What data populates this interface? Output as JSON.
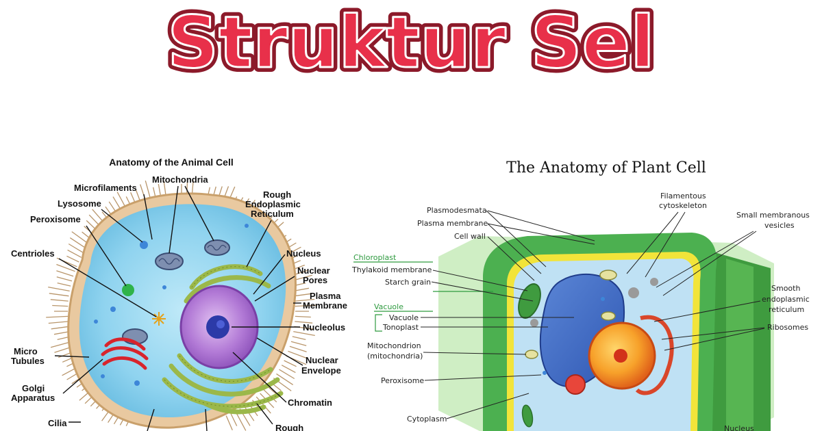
{
  "banner": {
    "title": "Struktur Sel"
  },
  "animal_cell": {
    "title": "Anatomy of the Animal Cell",
    "labels": {
      "microfilaments": "Microfilaments",
      "mitochondria": "Mitochondria",
      "lysosome": "Lysosome",
      "peroxisome": "Peroxisome",
      "centrioles": "Centrioles",
      "micro": "Micro",
      "tubules": "Tubules",
      "golgi": "Golgi",
      "apparatus": "Apparatus",
      "cilia": "Cilia",
      "rough": "Rough",
      "endoplasmic": "Endoplasmic",
      "reticulum": "Reticulum",
      "nucleus": "Nucleus",
      "nuclear": "Nuclear",
      "pores": "Pores",
      "plasma": "Plasma",
      "membrane": "Membrane",
      "nucleolus": "Nucleolus",
      "nuclear2": "Nuclear",
      "envelope": "Envelope",
      "chromatin": "Chromatin",
      "rough_bottom": "Rough"
    }
  },
  "plant_cell": {
    "title": "The Anatomy of Plant Cell",
    "labels": {
      "plasmodesmata": "Plasmodesmata",
      "plasma_membrane": "Plasma membrane",
      "cell_wall": "Cell wall",
      "chloroplast": "Chloroplast",
      "thylakoid": "Thylakoid membrane",
      "starch": "Starch grain",
      "vacuole_header": "Vacuole",
      "vacuole": "Vacuole",
      "tonoplast": "Tonoplast",
      "mitochondrion": "Mitochondrion",
      "mitochondria": "(mitochondria)",
      "peroxisome": "Peroxisome",
      "cytoplasm": "Cytoplasm",
      "filamentous": "Filamentous",
      "cytoskeleton": "cytoskeleton",
      "small_membranous": "Small membranous",
      "vesicles": "vesicles",
      "smooth": "Smooth",
      "endoplasmic": "endoplasmic",
      "reticulum": "reticulum",
      "ribosomes": "Ribosomes",
      "nucleus": "Nucleus"
    }
  },
  "colors": {
    "title_red": "#e8304a",
    "label_green": "#2e9a3f",
    "cytoplasm_blue": "#8fd3ef",
    "nucleus_purple": "#b27ad6",
    "plant_green": "#4cb050",
    "cell_wall_yellow": "#f2e43a"
  }
}
